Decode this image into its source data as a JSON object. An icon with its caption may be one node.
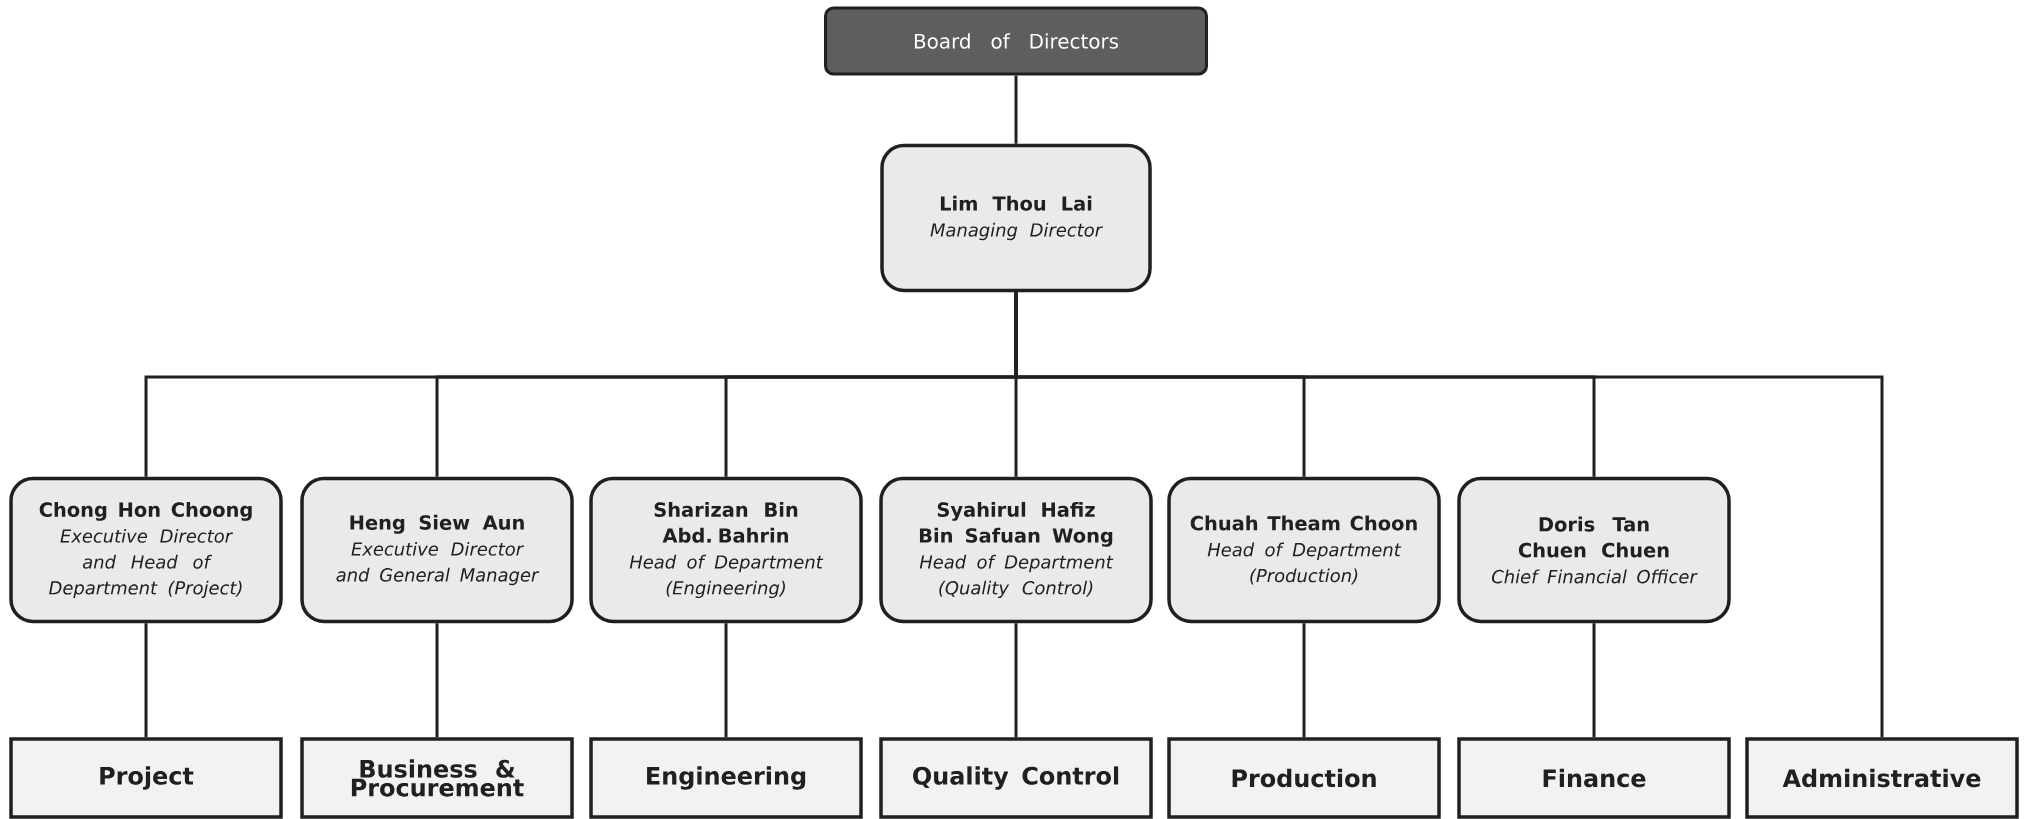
{
  "diagram": {
    "nodes": [
      {
        "text": [
          "Board of Directors"
        ]
      },
      {
        "text": [
          "Lim Thou Lai",
          "Managing Director"
        ]
      },
      {
        "text": [
          "Chong Hon Choong",
          "Executive Director and Head of Department (Project)"
        ]
      },
      {
        "text": [
          "Heng Siew Aun",
          "Executive Director and General Manager"
        ]
      },
      {
        "text": [
          "Sharizan Bin Abd. Bahrin",
          "Head of Department (Engineering)"
        ]
      },
      {
        "text": [
          "Syahirul Hafiz Bin Safuan Wong",
          "Head of Department (Quality Control)"
        ]
      },
      {
        "text": [
          "Chuah Theam Choon",
          "Head of Department (Production)"
        ]
      },
      {
        "text": [
          "Doris Tan Chuen Chuen",
          "Chief Financial Officer"
        ]
      },
      {
        "text": [
          "Project"
        ]
      },
      {
        "text": [
          "Business & Procurement"
        ]
      },
      {
        "text": [
          "Engineering"
        ]
      },
      {
        "text": [
          "Quality Control"
        ]
      },
      {
        "text": [
          "Production"
        ]
      },
      {
        "text": [
          "Finance"
        ]
      },
      {
        "text": [
          "Administrative"
        ]
      }
    ],
    "edges": [
      {
        "from": 0,
        "to": 1,
        "arrow": "none"
      },
      {
        "from": 1,
        "to": 2,
        "arrow": "none"
      },
      {
        "from": 1,
        "to": 3,
        "arrow": "none"
      },
      {
        "from": 1,
        "to": 4,
        "arrow": "none"
      },
      {
        "from": 1,
        "to": 5,
        "arrow": "none"
      },
      {
        "from": 1,
        "to": 6,
        "arrow": "none"
      },
      {
        "from": 1,
        "to": 7,
        "arrow": "none"
      },
      {
        "from": 1,
        "to": 14,
        "arrow": "none"
      },
      {
        "from": 2,
        "to": 8,
        "arrow": "none"
      },
      {
        "from": 3,
        "to": 9,
        "arrow": "none"
      },
      {
        "from": 4,
        "to": 10,
        "arrow": "none"
      },
      {
        "from": 5,
        "to": 11,
        "arrow": "none"
      },
      {
        "from": 6,
        "to": 12,
        "arrow": "none"
      },
      {
        "from": 7,
        "to": 13,
        "arrow": "none"
      }
    ]
  }
}
